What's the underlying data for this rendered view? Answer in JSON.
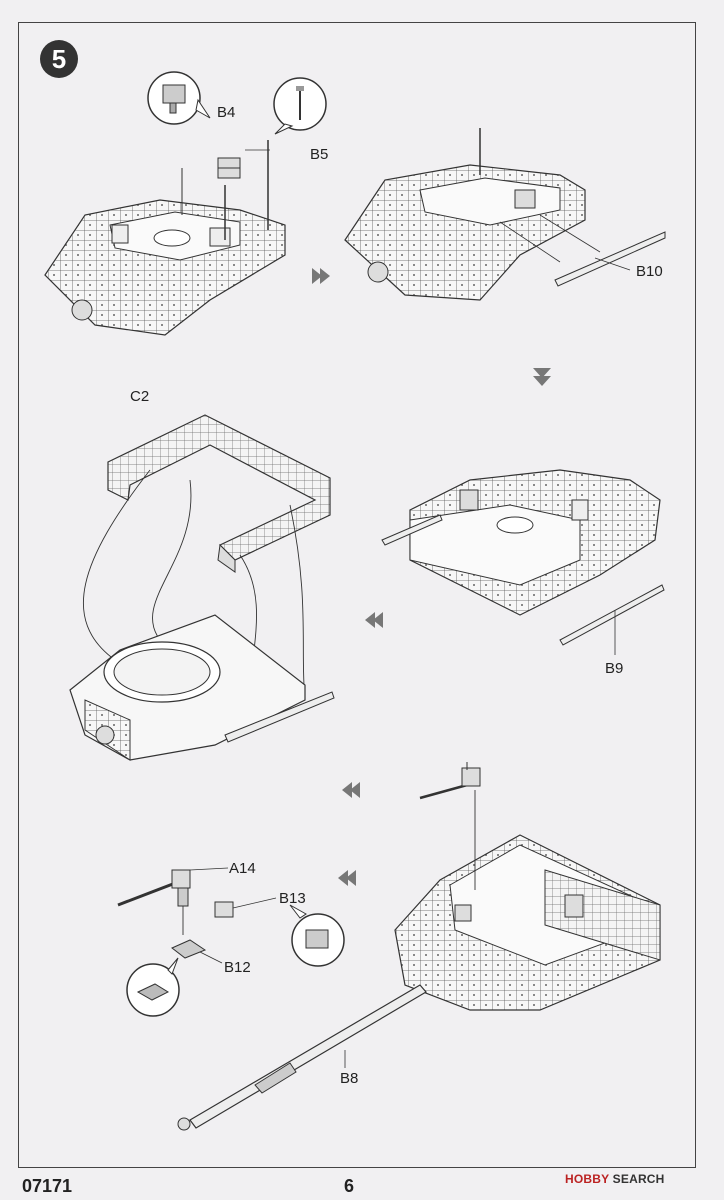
{
  "step": "5",
  "labels": {
    "b4": "B4",
    "b5": "B5",
    "b10": "B10",
    "c2": "C2",
    "b9": "B9",
    "a14": "A14",
    "b13": "B13",
    "b12": "B12",
    "b8": "B8"
  },
  "footer": {
    "product_code": "07171",
    "page_number": "6"
  },
  "watermark": {
    "brand": "HOBBY",
    "suffix": "SEARCH"
  },
  "colors": {
    "line": "#333333",
    "paper": "#f1f0f2",
    "arrow": "#666666"
  }
}
